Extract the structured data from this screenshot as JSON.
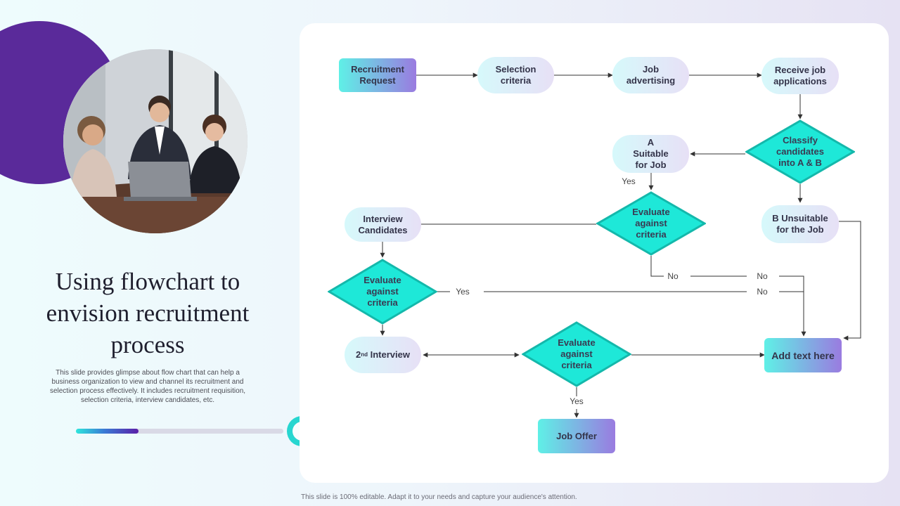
{
  "slide": {
    "title": "Using flowchart to envision recruitment process",
    "description": "This slide provides glimpse about flow chart that can help a business organization to view and channel its recruitment and selection process effectively. It includes recruitment requisition, selection criteria, interview candidates, etc.",
    "footer": "This slide is 100% editable. Adapt it to your needs and capture your audience's attention."
  },
  "colors": {
    "accent_purple": "#5a2a9a",
    "accent_teal": "#2ee6dc",
    "diamond_fill": "#1ee8d8",
    "diamond_border": "#14b8ab"
  },
  "flowchart": {
    "nodes": {
      "recruitment_request": "Recruitment Request",
      "selection_criteria": "Selection criteria",
      "job_advertising": "Job advertising",
      "receive_applications": "Receive job applications",
      "classify": "Classify candidates into A & B",
      "a_suitable": "A Suitable for Job",
      "evaluate_1": "Evaluate against criteria",
      "b_unsuitable": "B Unsuitable for the Job",
      "interview_candidates": "Interview Candidates",
      "evaluate_2": "Evaluate against criteria",
      "second_interview_prefix": "2",
      "second_interview_sup": "nd",
      "second_interview_label": " Interview",
      "evaluate_3": "Evaluate against criteria",
      "add_text": "Add text here",
      "job_offer": "Job Offer"
    },
    "edge_labels": {
      "yes_1": "Yes",
      "no_1": "No",
      "no_2": "No",
      "yes_2": "Yes",
      "no_3": "No",
      "yes_3": "Yes"
    }
  },
  "progress": {
    "value": 0.3
  }
}
